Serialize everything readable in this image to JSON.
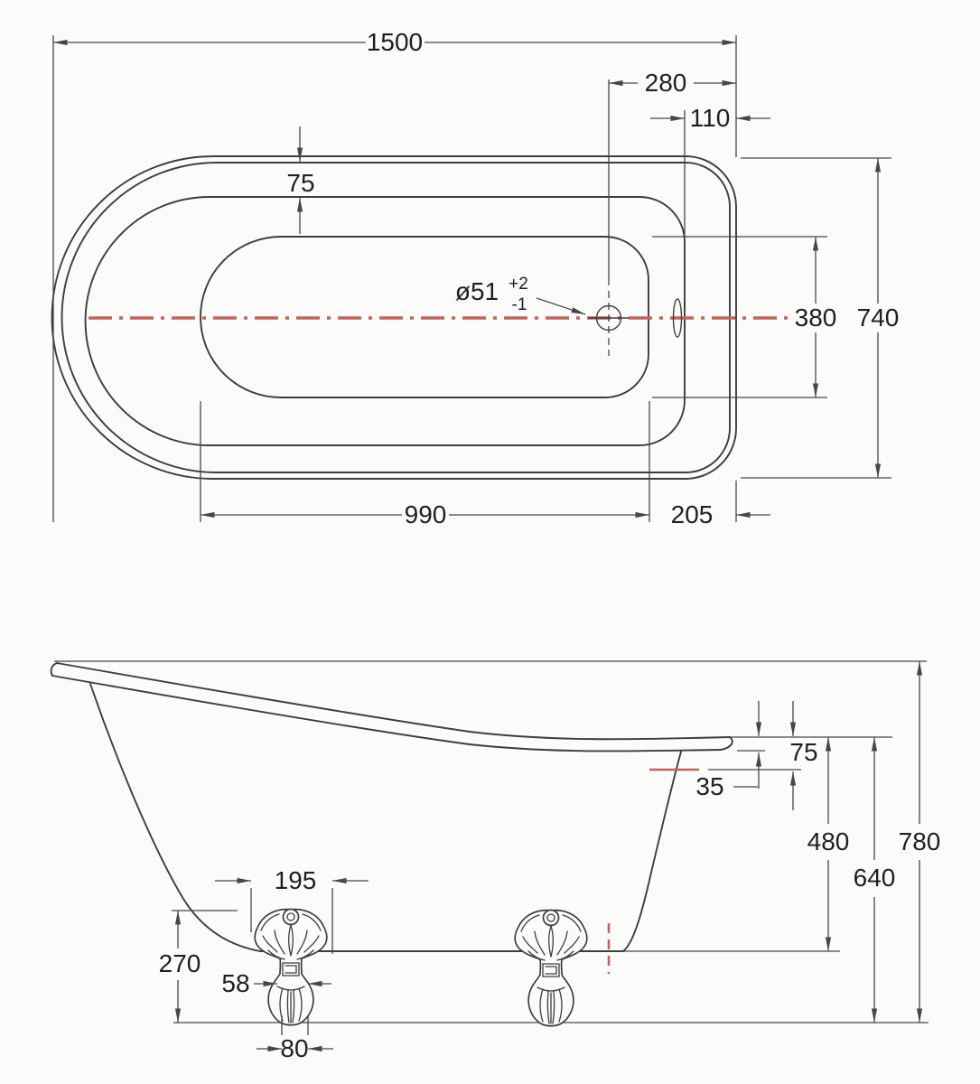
{
  "page": {
    "background": "#fbfbfa"
  },
  "drawing": {
    "line_color": "#3d3d3d",
    "accent_red": "#c4635c",
    "views": {
      "plan": {
        "name": "bathtub-plan-view",
        "dims": {
          "overall_length": "1500",
          "drain_center_to_end": "280",
          "overflow_to_end": "110",
          "rim_width": "75",
          "inner_width": "380",
          "overall_width": "740",
          "basin_length": "990",
          "basin_to_front_end": "205",
          "drain_diameter": "ø51",
          "drain_tolerance_plus": "+2",
          "drain_tolerance_minus": "-1"
        }
      },
      "side": {
        "name": "bathtub-side-view",
        "dims": {
          "rim_to_waterline": "75",
          "underrim_to_waterline": "35",
          "rim_to_base": "480",
          "rim_height": "640",
          "overall_height": "780",
          "foot_plate_width": "195",
          "base_clearance": "270",
          "foot_ankle_width": "58",
          "foot_toe_width": "80"
        }
      }
    }
  }
}
